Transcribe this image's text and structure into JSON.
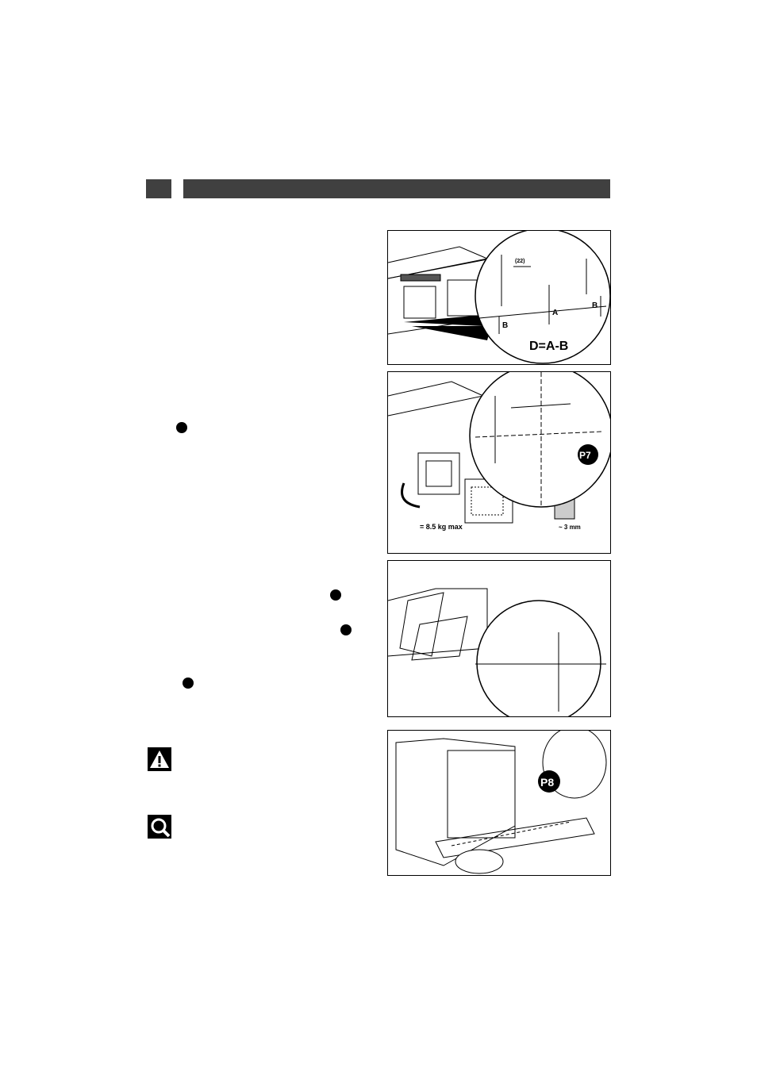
{
  "figures": {
    "fig1": {
      "dim": "(22)",
      "label_a": "A",
      "label_b1": "B",
      "label_b2": "B",
      "formula": "D=A-B"
    },
    "fig2": {
      "screw_label": "P7",
      "weight": "= 8.5 kg max",
      "gap": "~ 3 mm"
    },
    "fig4": {
      "screw_label": "P8"
    }
  },
  "icons": [
    "warning-icon",
    "magnifier-icon"
  ]
}
